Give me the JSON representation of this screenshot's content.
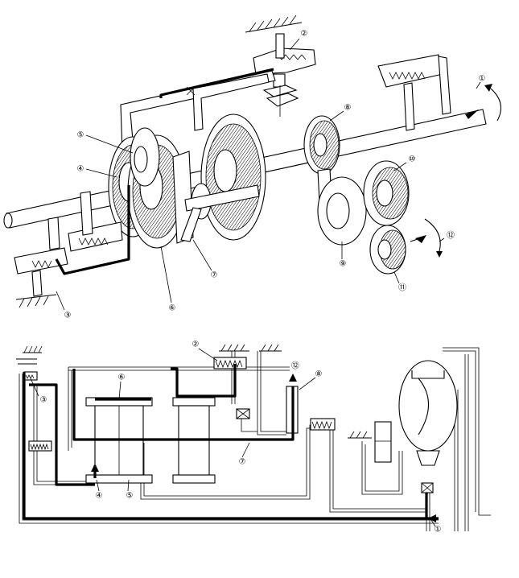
{
  "labels": {
    "l1": "①",
    "l2": "②",
    "l3": "③",
    "l4": "④",
    "l5": "⑤",
    "l6": "⑥",
    "l7": "⑦",
    "l8": "⑧",
    "l9": "⑨",
    "l10": "⑩",
    "l11": "⑪",
    "l12": "⑫"
  },
  "colors": {
    "ink": "#000000",
    "paper": "#ffffff"
  }
}
